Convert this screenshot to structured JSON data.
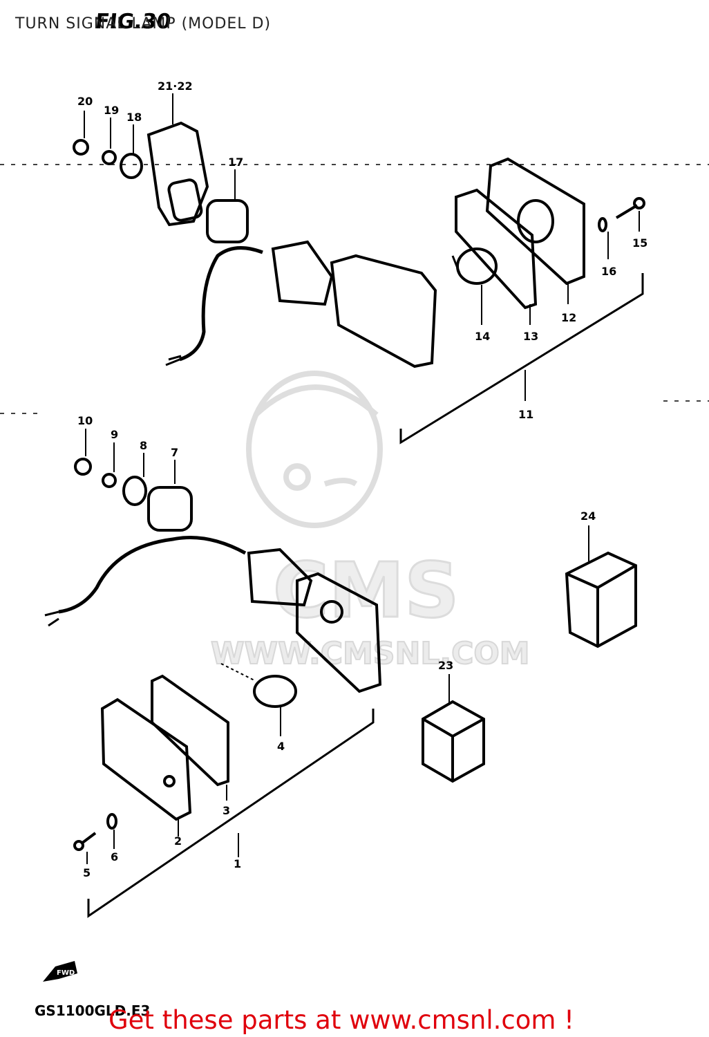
{
  "caption": "TURN SIGNAL LAMP (MODEL D)",
  "figure_title": "FIG.30",
  "model_code": "GS1100GLD.E3",
  "watermark": {
    "brand": "CMS",
    "url": "WWW.CMSNL.COM"
  },
  "call_to_action": "Get these parts at www.cmsnl.com !",
  "colors": {
    "cta": "#e0000c",
    "line": "#000000",
    "watermark": "#dddddd"
  },
  "fwd_arrow_text": "FWD",
  "part_labels": [
    "1",
    "2",
    "3",
    "4",
    "5",
    "6",
    "7",
    "8",
    "9",
    "10",
    "11",
    "12",
    "13",
    "14",
    "15",
    "16",
    "17",
    "18",
    "19",
    "20",
    "21·22",
    "23",
    "24"
  ]
}
